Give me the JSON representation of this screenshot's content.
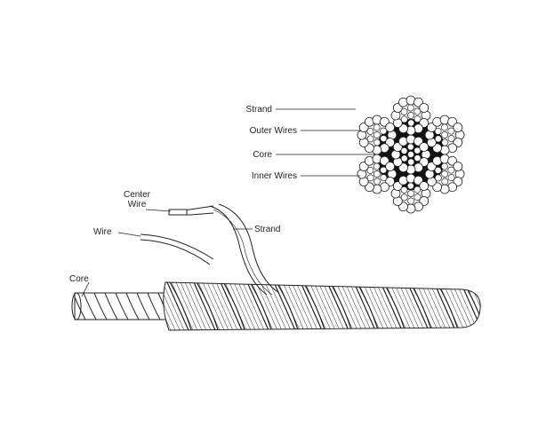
{
  "labels": {
    "cross_section": {
      "strand": "Strand",
      "outer_wires": "Outer Wires",
      "core": "Core",
      "inner_wires": "Inner Wires"
    },
    "rope": {
      "center_wire_line1": "Center",
      "center_wire_line2": "Wire",
      "wire": "Wire",
      "strand": "Strand",
      "core": "Core"
    }
  },
  "colors": {
    "line": "#222222",
    "fill": "#ffffff",
    "core": "#111111"
  }
}
